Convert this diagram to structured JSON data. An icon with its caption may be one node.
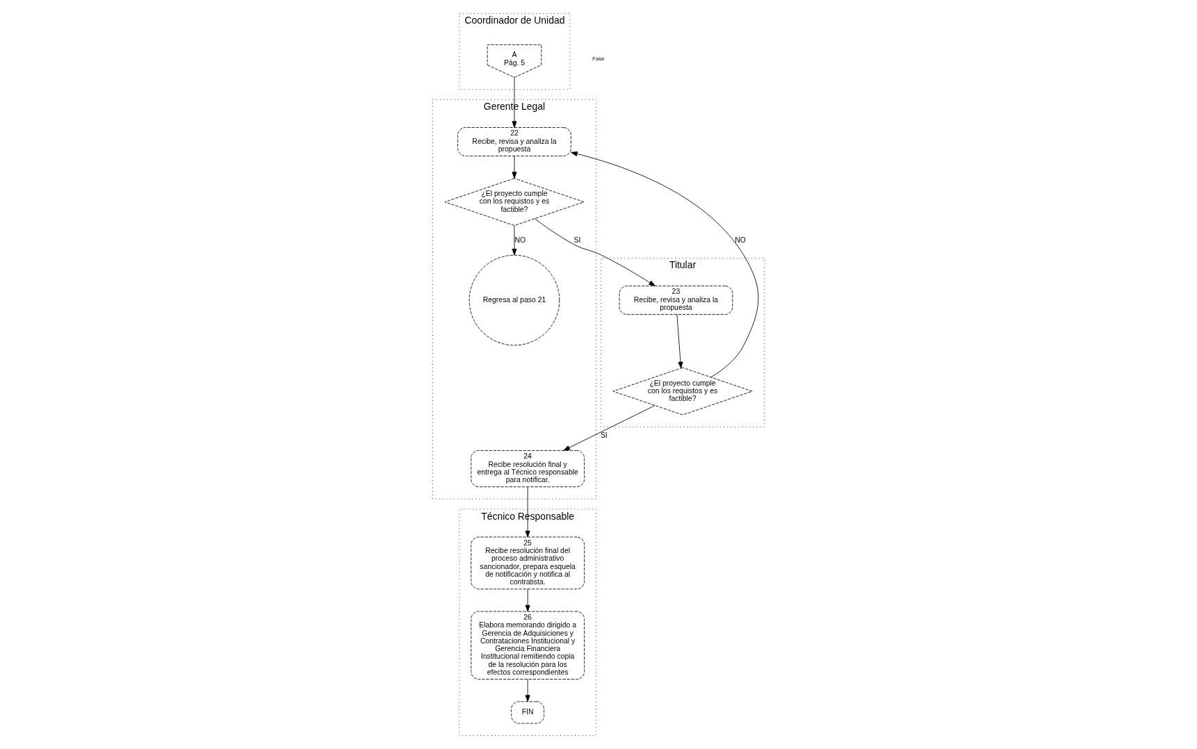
{
  "diagram": {
    "nodes": [
      {
        "text": [
          "Titular"
        ]
      },
      {
        "text": [
          "Gerente Legal"
        ]
      },
      {
        "text": [
          "Coordinador de Unidad"
        ]
      },
      {
        "text": [
          "Técnico Responsable"
        ]
      },
      {
        "text": [
          "A",
          "Pág. 5"
        ],
        "in": 2
      },
      {
        "text": [
          "22",
          "Recibe, revisa y analiza la propuesta"
        ],
        "in": 1
      },
      {
        "text": [
          "¿El proyecto cumple con los requistos y es factible?"
        ],
        "in": 1
      },
      {
        "text": [
          "23",
          "Recibe, revisa y analiza la propuesta"
        ],
        "in": 0
      },
      {
        "text": [
          "Regresa al paso 21"
        ],
        "in": 1
      },
      {
        "text": [
          "¿El proyecto cumple con los requistos y es factible?"
        ],
        "in": 0
      },
      {
        "text": [
          "24",
          "Recibe resolución final y entrega al Técnico responsable para notificar."
        ],
        "in": 1
      },
      {
        "text": [
          "25",
          "Recibe resolución final del proceso administrativo sancionador, prepara esquela de notificación y notifica al contratista."
        ],
        "in": 3
      },
      {
        "text": [
          "26",
          "Elabora memorando dirigido a Gerencia de Adquisiciones y Contrataciones Institucional y Gerencia Financiera Institucional remitiendo copia de la resolución para los efectos correspondientes"
        ],
        "in": 3
      },
      {
        "text": [
          "FIN"
        ],
        "in": 3
      }
    ],
    "edges": [
      {
        "from": 4,
        "to": 5,
        "arrow": "to"
      },
      {
        "from": 5,
        "to": 6,
        "arrow": "to"
      },
      {
        "from": 6,
        "to": 7,
        "arrow": "to",
        "label": "SI"
      },
      {
        "from": 6,
        "to": 8,
        "arrow": "to",
        "label": "NO"
      },
      {
        "from": 7,
        "to": 9,
        "arrow": "to"
      },
      {
        "from": 9,
        "to": 5,
        "arrow": "to",
        "label": "NO"
      },
      {
        "from": 9,
        "to": 10,
        "arrow": "to",
        "label": "SI"
      },
      {
        "from": 10,
        "to": 11,
        "arrow": "to"
      },
      {
        "from": 11,
        "to": 12,
        "arrow": "to"
      },
      {
        "from": 12,
        "to": 13,
        "arrow": "to"
      }
    ],
    "labels": [
      "Fase"
    ]
  }
}
